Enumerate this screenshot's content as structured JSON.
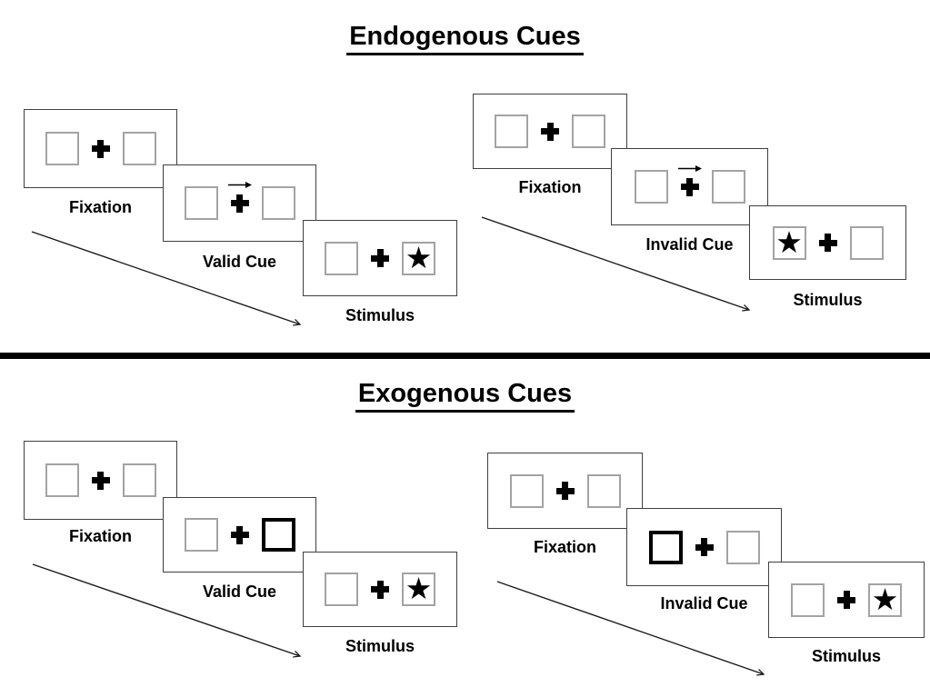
{
  "page": {
    "background": "#ffffff"
  },
  "colors": {
    "panel_border": "#3f3f3f",
    "box_border": "#a3a3a3",
    "cue_highlight_border": "#000000",
    "ink": "#000000"
  },
  "symbols": {
    "fixation_cross": "+",
    "star": "★",
    "cue_arrow_right": "→"
  },
  "sections": [
    {
      "title": "Endogenous Cues",
      "sequences": [
        {
          "name": "valid-trial",
          "panels": [
            {
              "label": "Fixation",
              "left_box": "",
              "right_box": "",
              "cue": "none"
            },
            {
              "label": "Valid Cue",
              "left_box": "",
              "right_box": "",
              "cue": "central-arrow-right"
            },
            {
              "label": "Stimulus",
              "left_box": "",
              "right_box": "★",
              "cue": "none"
            }
          ]
        },
        {
          "name": "invalid-trial",
          "panels": [
            {
              "label": "Fixation",
              "left_box": "",
              "right_box": "",
              "cue": "none"
            },
            {
              "label": "Invalid Cue",
              "left_box": "",
              "right_box": "",
              "cue": "central-arrow-right"
            },
            {
              "label": "Stimulus",
              "left_box": "★",
              "right_box": "",
              "cue": "none"
            }
          ]
        }
      ]
    },
    {
      "title": "Exogenous Cues",
      "sequences": [
        {
          "name": "valid-trial",
          "panels": [
            {
              "label": "Fixation",
              "left_box": "",
              "right_box": "",
              "cue": "none"
            },
            {
              "label": "Valid Cue",
              "left_box": "",
              "right_box": "",
              "cue": "peripheral-thick-right-box"
            },
            {
              "label": "Stimulus",
              "left_box": "",
              "right_box": "★",
              "cue": "none"
            }
          ]
        },
        {
          "name": "invalid-trial",
          "panels": [
            {
              "label": "Fixation",
              "left_box": "",
              "right_box": "",
              "cue": "peripheral-thick-left-box-none"
            },
            {
              "label": "Invalid Cue",
              "left_box": "",
              "right_box": "",
              "cue": "peripheral-thick-left-box"
            },
            {
              "label": "Stimulus",
              "left_box": "",
              "right_box": "★",
              "cue": "none"
            }
          ]
        }
      ]
    }
  ]
}
